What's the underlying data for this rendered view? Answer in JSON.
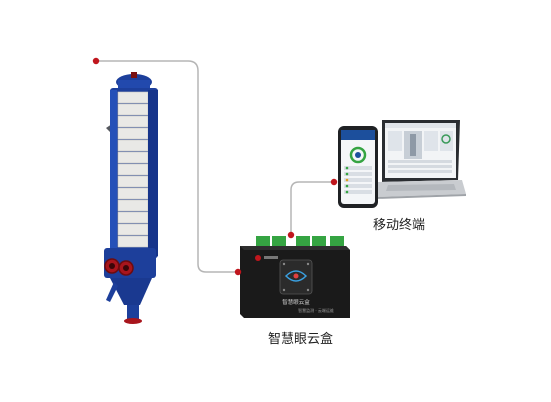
{
  "labels": {
    "mobile_terminal": "移动终端",
    "cloud_box": "智慧眼云盒"
  },
  "box_panel": {
    "device_text": "智慧眼云盒",
    "sub_text": "智慧监测 · 云端运维"
  },
  "colors": {
    "connector_dot": "#c0161d",
    "connector_line": "#b5b5b5",
    "equipment_blue": "#1d3f9b",
    "plate_white": "#e9e9e6",
    "box_body": "#1a1a1a",
    "terminal_green": "#35a442",
    "phone_screen": "#f4f6f8",
    "laptop_body": "#c9ccd0"
  },
  "icons": {
    "equipment": "plate-heat-exchanger-icon",
    "device": "cloud-box-icon",
    "phone": "smartphone-icon",
    "laptop": "laptop-icon"
  }
}
